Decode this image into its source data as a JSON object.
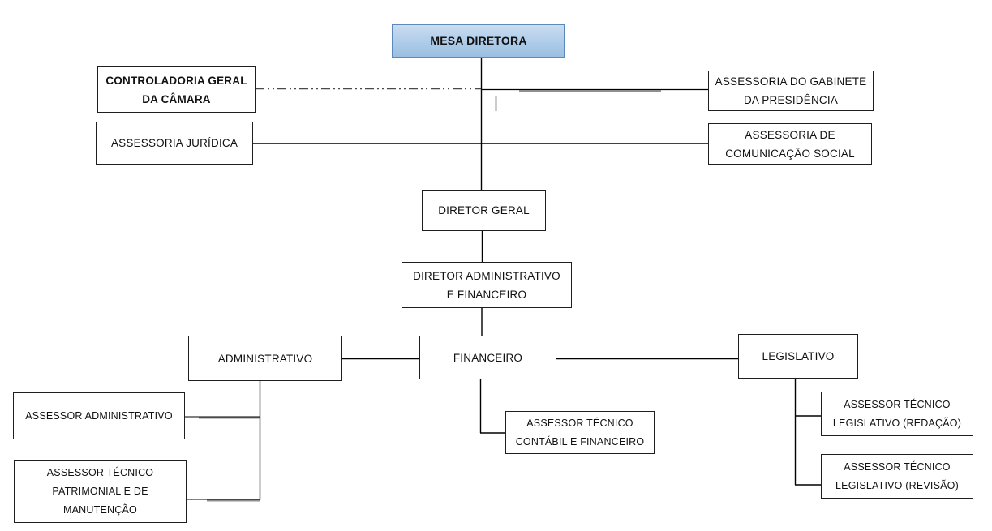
{
  "diagram": {
    "type": "org-chart",
    "nodes": {
      "mesa_diretora": {
        "label": "MESA DIRETORA",
        "emphasis": "bold",
        "fill": "#A9CCE8"
      },
      "controladoria_geral": {
        "label": "CONTROLADORIA GERAL\nDA CÂMARA",
        "emphasis": "bold"
      },
      "assessoria_juridica": {
        "label": "ASSESSORIA JURÍDICA"
      },
      "assessoria_gabinete": {
        "label": "ASSESSORIA DO GABINETE\nDA PRESIDÊNCIA"
      },
      "assessoria_comunicacao": {
        "label": "ASSESSORIA DE\nCOMUNICAÇÃO SOCIAL"
      },
      "diretor_geral": {
        "label": "DIRETOR GERAL"
      },
      "diretor_adm_fin": {
        "label": "DIRETOR ADMINISTRATIVO\nE FINANCEIRO"
      },
      "administrativo": {
        "label": "ADMINISTRATIVO"
      },
      "financeiro": {
        "label": "FINANCEIRO"
      },
      "legislativo": {
        "label": "LEGISLATIVO"
      },
      "assessor_administrativo": {
        "label": "ASSESSOR ADMINISTRATIVO"
      },
      "assessor_patrimonial": {
        "label": "ASSESSOR TÉCNICO\nPATRIMONIAL E DE\nMANUTENÇÃO"
      },
      "assessor_contabil": {
        "label": "ASSESSOR TÉCNICO\nCONTÁBIL E FINANCEIRO"
      },
      "assessor_redacao": {
        "label": "ASSESSOR TÉCNICO\nLEGISLATIVO (REDAÇÃO)"
      },
      "assessor_revisao": {
        "label": "ASSESSOR TÉCNICO\nLEGISLATIVO (REVISÃO)"
      }
    },
    "connections": [
      {
        "from": "mesa_diretora",
        "to": "controladoria_geral",
        "style": "dashed"
      },
      {
        "from": "mesa_diretora",
        "to": "assessoria_gabinete",
        "style": "solid"
      },
      {
        "from": "mesa_diretora",
        "to": "assessoria_juridica",
        "style": "solid"
      },
      {
        "from": "mesa_diretora",
        "to": "assessoria_comunicacao",
        "style": "solid"
      },
      {
        "from": "mesa_diretora",
        "to": "diretor_geral",
        "style": "solid"
      },
      {
        "from": "diretor_geral",
        "to": "diretor_adm_fin",
        "style": "solid"
      },
      {
        "from": "diretor_adm_fin",
        "to": "financeiro",
        "style": "solid"
      },
      {
        "from": "administrativo",
        "to": "financeiro",
        "style": "solid"
      },
      {
        "from": "financeiro",
        "to": "legislativo",
        "style": "solid"
      },
      {
        "from": "administrativo",
        "to": "assessor_administrativo",
        "style": "solid"
      },
      {
        "from": "administrativo",
        "to": "assessor_patrimonial",
        "style": "solid"
      },
      {
        "from": "financeiro",
        "to": "assessor_contabil",
        "style": "solid"
      },
      {
        "from": "legislativo",
        "to": "assessor_redacao",
        "style": "solid"
      },
      {
        "from": "legislativo",
        "to": "assessor_revisao",
        "style": "solid"
      }
    ]
  },
  "colors": {
    "root_fill_top": "#CADCF0",
    "root_fill_bottom": "#9BBFE2",
    "root_border": "#5C88BA",
    "box_border": "#1F1F1F",
    "line": "#000000",
    "line_gray": "#8F8F8F"
  }
}
